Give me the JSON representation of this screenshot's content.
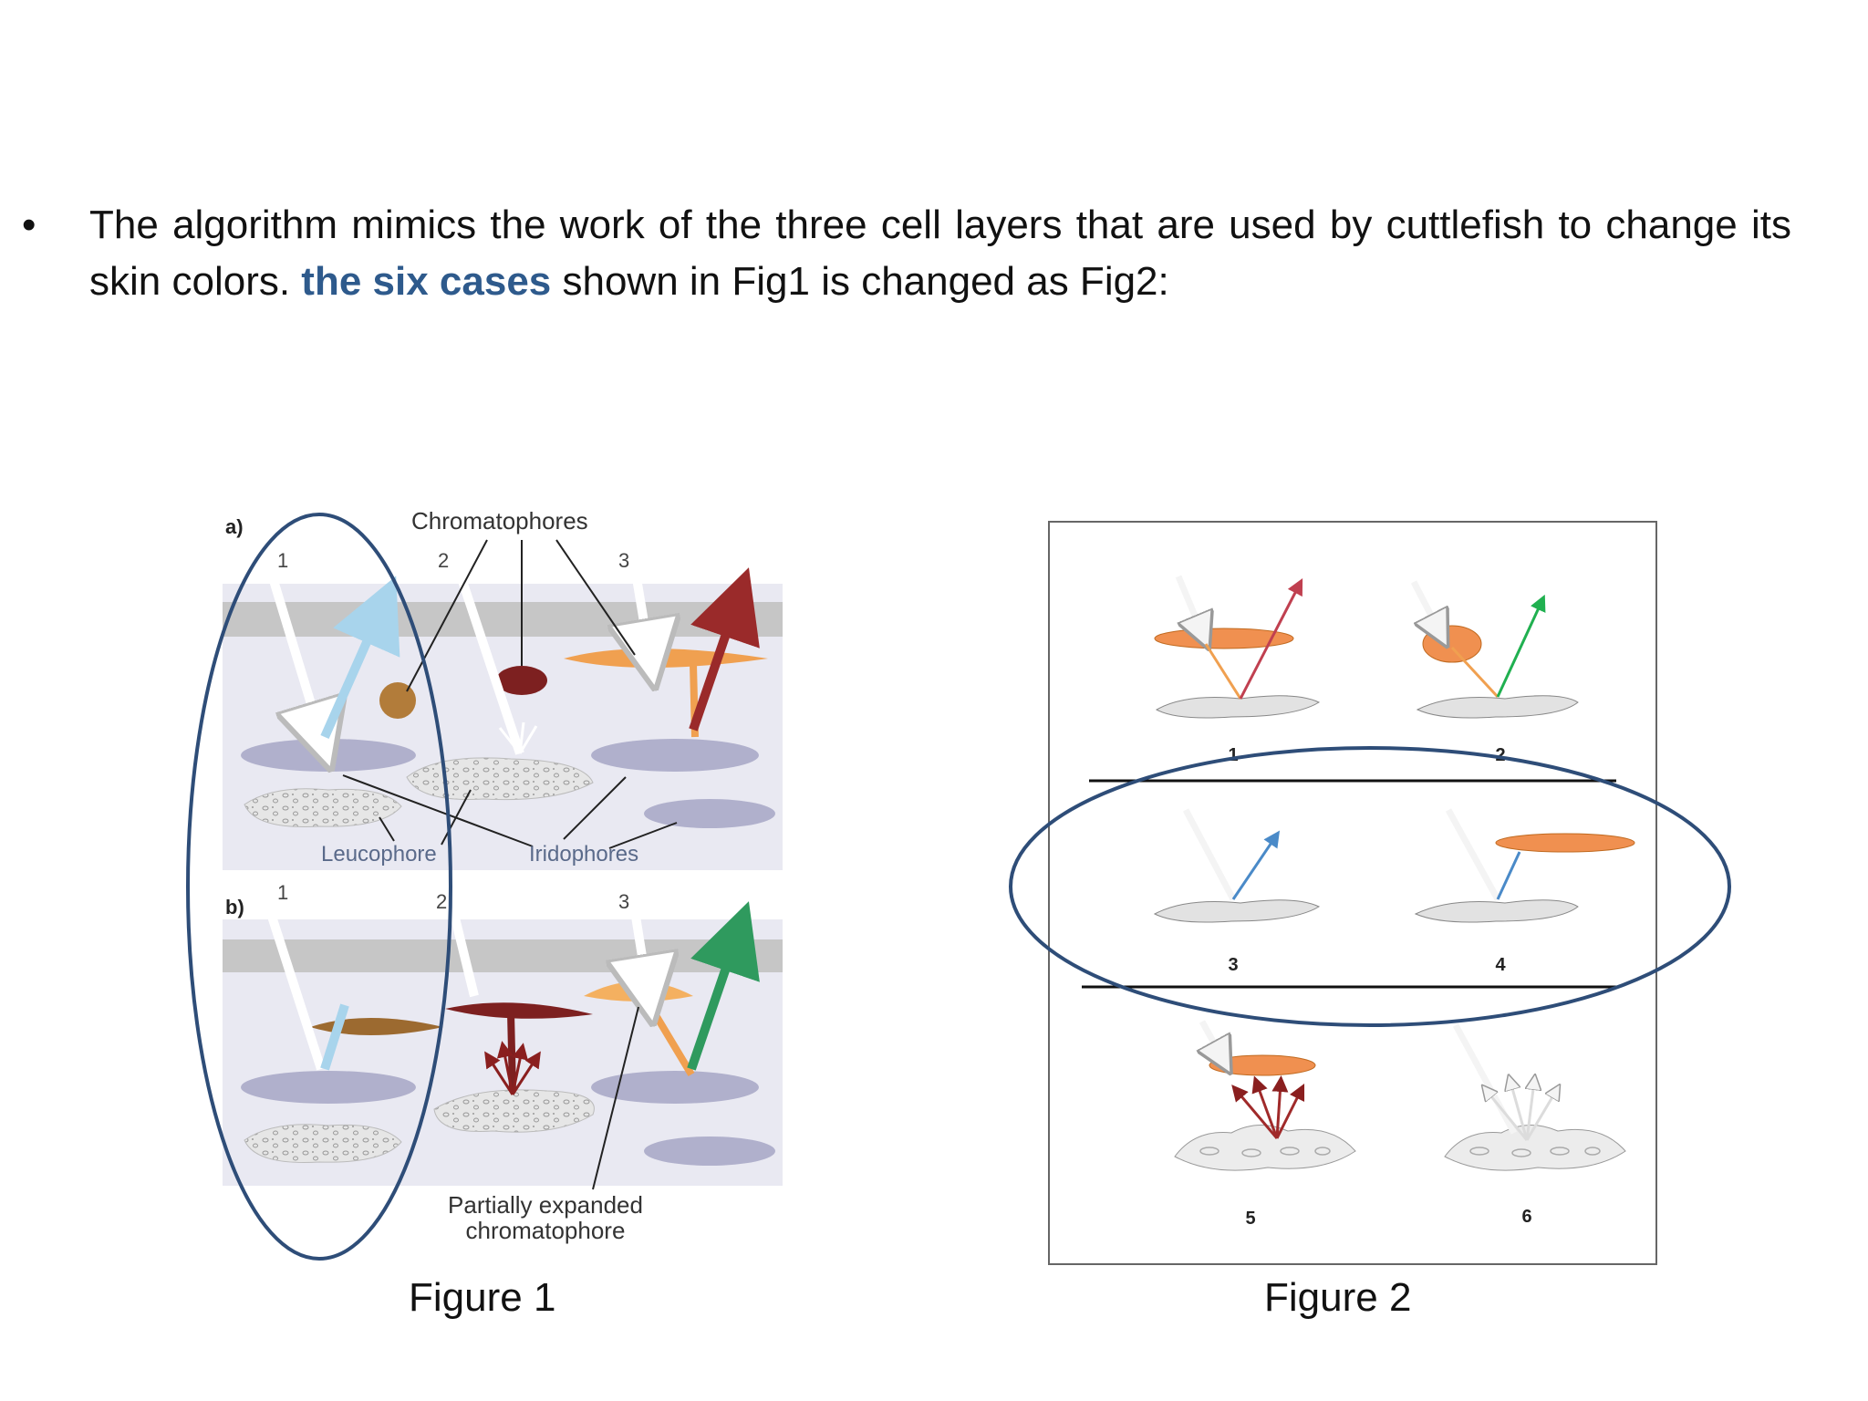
{
  "bullet": {
    "symbol": "•",
    "text_part1": "The algorithm mimics the work of the three cell layers that are used by cuttlefish to change its skin colors. ",
    "highlight": "the six cases",
    "text_part2": " shown in Fig1 is changed  as Fig2:"
  },
  "figure1": {
    "caption": "Figure 1",
    "panel_a_label": "a)",
    "panel_b_label": "b)",
    "chromatophores_label": "Chromatophores",
    "leucophore_label": "Leucophore",
    "iridophores_label": "Iridophores",
    "partially_label_line1": "Partially expanded",
    "partially_label_line2": "chromatophore",
    "a_numbers": [
      "1",
      "2",
      "3"
    ],
    "b_numbers": [
      "1",
      "2",
      "3"
    ]
  },
  "figure2": {
    "caption": "Figure 2",
    "case_numbers": [
      "1",
      "2",
      "3",
      "4",
      "5",
      "6"
    ]
  },
  "colors": {
    "highlight": "#2e5a8c",
    "ellipse": "#2e4d78",
    "iridophore": "#b0b0cc",
    "chromatophore_orange": "#f0a050",
    "band_gray": "#c4c4c4"
  }
}
